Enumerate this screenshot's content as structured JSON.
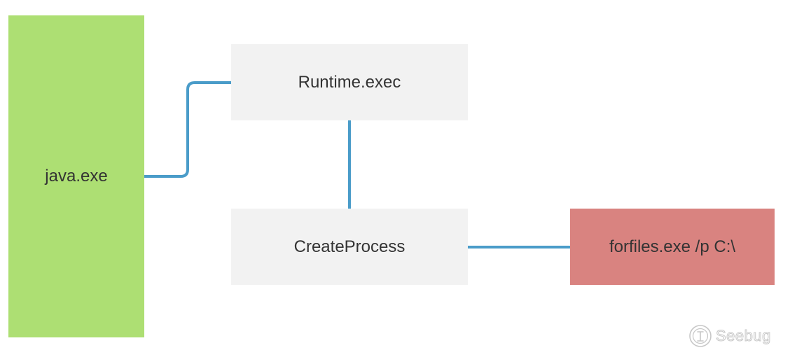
{
  "colors": {
    "java_fill": "#addf73",
    "neutral_fill": "#f2f2f2",
    "forfiles_fill": "#d98380",
    "connector": "#4a9cc9"
  },
  "nodes": {
    "java": {
      "label": "java.exe"
    },
    "runtime": {
      "label": "Runtime.exec"
    },
    "create": {
      "label": "CreateProcess"
    },
    "forfiles": {
      "label": "forfiles.exe /p C:\\"
    }
  },
  "edges": [
    {
      "from": "java",
      "to": "runtime"
    },
    {
      "from": "runtime",
      "to": "create"
    },
    {
      "from": "create",
      "to": "forfiles"
    }
  ],
  "watermark": {
    "text": "Seebug",
    "icon": "seebug-logo-icon"
  }
}
